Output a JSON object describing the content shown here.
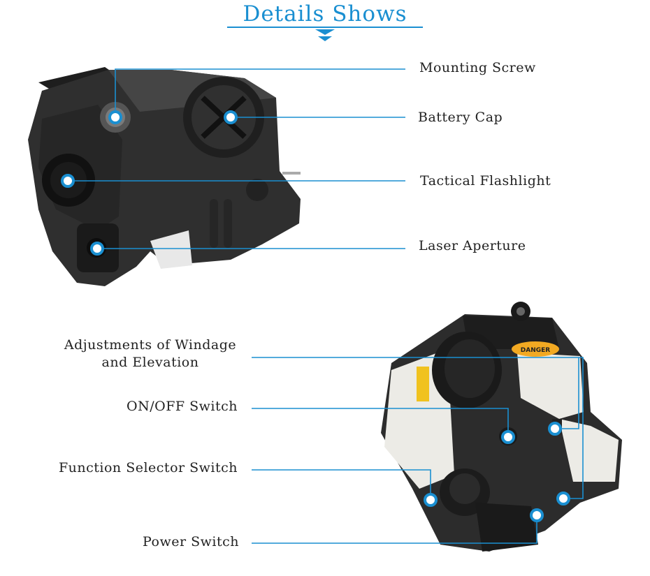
{
  "colors": {
    "accent": "#1a8fd1",
    "device_dark": "#2b2b2b",
    "device_mid": "#3c3c3c",
    "sticker": "#ecebe6",
    "danger": "#f2a922"
  },
  "header": {
    "title": "Details Shows"
  },
  "top_callouts": [
    {
      "label": "Mounting Screw"
    },
    {
      "label": "Battery Cap"
    },
    {
      "label": "Tactical Flashlight"
    },
    {
      "label": "Laser Aperture"
    }
  ],
  "bottom_callouts": {
    "windage_line1": "Adjustments of Windage",
    "windage_line2": "and Elevation",
    "on_off": "ON/OFF Switch",
    "function": "Function Selector Switch",
    "power": "Power Switch"
  },
  "device_markings": {
    "danger_label": "DANGER"
  }
}
